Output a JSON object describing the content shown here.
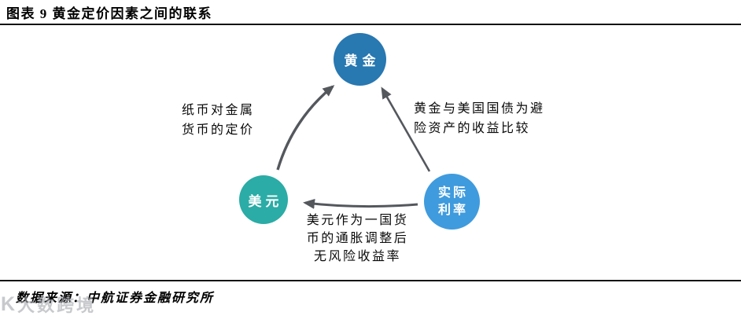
{
  "title": "图表 9 黄金定价因素之间的联系",
  "colors": {
    "gold_node": "#2878B1",
    "usd_node": "#2BACA6",
    "real_rate_node": "#3F9BDD",
    "arrow": "#54585D"
  },
  "diagram": {
    "nodes": [
      {
        "id": "gold",
        "label": "黄金",
        "color": "#2878B1"
      },
      {
        "id": "usd",
        "label": "美元",
        "color": "#2BACA6"
      },
      {
        "id": "real_rate",
        "label_line1": "实际",
        "label_line2": "利率",
        "color": "#3F9BDD"
      }
    ],
    "edges": [
      {
        "from": "usd",
        "to": "gold",
        "label_line1": "纸币对金属",
        "label_line2": "货币的定价"
      },
      {
        "from": "real_rate",
        "to": "gold",
        "label_line1": "黄金与美国国债为避",
        "label_line2": "险资产的收益比较"
      },
      {
        "from": "real_rate",
        "to": "usd",
        "label_line1": "美元作为一国货",
        "label_line2": "币的通胀调整后",
        "label_line3": "无风险收益率"
      }
    ]
  },
  "footer": {
    "source": "数据来源：中航证券金融研究所"
  },
  "watermark": {
    "logo": "K",
    "text": "大数跨境"
  }
}
